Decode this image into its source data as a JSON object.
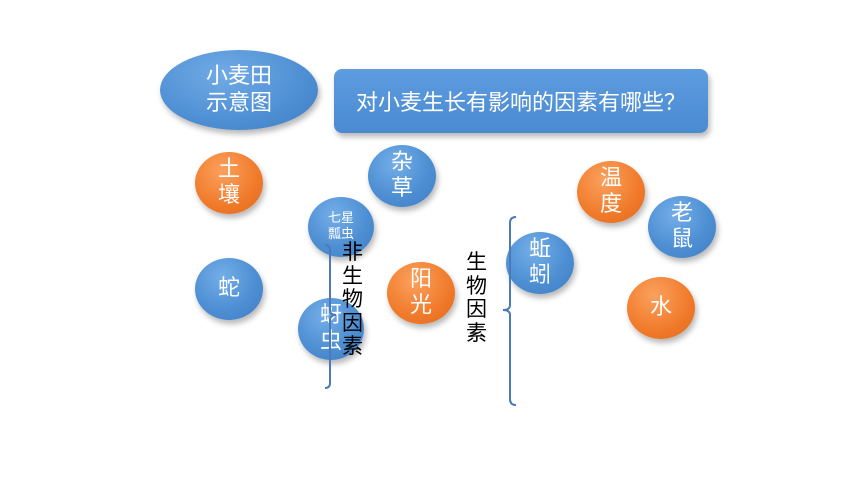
{
  "title": {
    "line1": "小麦田",
    "line2": "示意图"
  },
  "question": "对小麦生长有影响的因素有哪些？",
  "bubbles": {
    "soil": {
      "line1": "土",
      "line2": "壤"
    },
    "weeds": {
      "line1": "杂",
      "line2": "草"
    },
    "ladybug": {
      "line1": "七星",
      "line2": "瓢虫"
    },
    "snake": {
      "line1": "蛇"
    },
    "aphid": {
      "line1": "蚜",
      "line2": "虫"
    },
    "sunlight": {
      "line1": "阳",
      "line2": "光"
    },
    "earthworm": {
      "line1": "蚯",
      "line2": "蚓"
    },
    "temperature": {
      "line1": "温",
      "line2": "度"
    },
    "mouse": {
      "line1": "老",
      "line2": "鼠"
    },
    "water": {
      "line1": "水"
    }
  },
  "labels": {
    "abiotic": [
      "非",
      "生",
      "物",
      "因",
      "素"
    ],
    "biotic": [
      "生",
      "物",
      "因",
      "素"
    ]
  },
  "colors": {
    "blue": "#4e8fd3",
    "orange": "#f07a2a",
    "bracket": "#4a7ab8"
  }
}
